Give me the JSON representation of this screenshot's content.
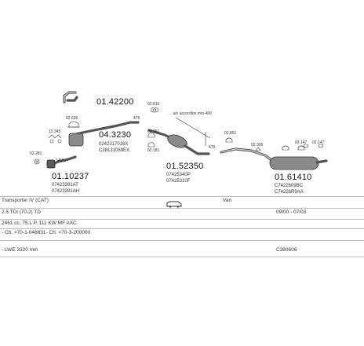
{
  "parts": {
    "p01_42200": "01.42200",
    "p04_3230": "04.3230",
    "p04_3230_ref1": "0242317016X",
    "p04_3230_ref2": "C28131089EX",
    "p01_10237": "01.10237",
    "p01_10237_ref1": "07423391AT",
    "p01_10237_ref2": "07423391AH",
    "p01_52350": "01.52350",
    "p01_52350_ref1": "07425340P",
    "p01_52350_ref2": "07425310F",
    "p01_61410": "01.61410",
    "p01_61410_ref1": "C7422609BC",
    "p01_61410_ref2": "C74226R9AA",
    "s_02816": "02.816",
    "s_02636": "02.636",
    "s_12345": "12.345",
    "s_02281": "02.281",
    "s_02951": "02.951",
    "s_02181": "02.181",
    "s_02851": "02.851",
    "s_02306": "02.306",
    "s_02147": "02.147",
    "s_02147b": "02.147"
  },
  "notes": {
    "accordion": "→ a/o accordion mm 400",
    "dim_mm": "475",
    "dim_small": "475"
  },
  "info": {
    "vehicle": "Transporter IV (CAT)",
    "van_label": "Van",
    "engine": "2.5 TDi (70.2) TD",
    "dates": "09/00 - 07/03",
    "spec": "2461 cc, 75 L P, 111 KW MF AXC",
    "chassis": "- Ch. >70-1-048831- Ch. <70-3-200000",
    "wheelbase": "- LWE 3320 mm",
    "code": "C380606"
  },
  "icons": {
    "vehicle_icon": "van-silhouette-icon",
    "exhaust_icon": "exhaust-icon"
  }
}
